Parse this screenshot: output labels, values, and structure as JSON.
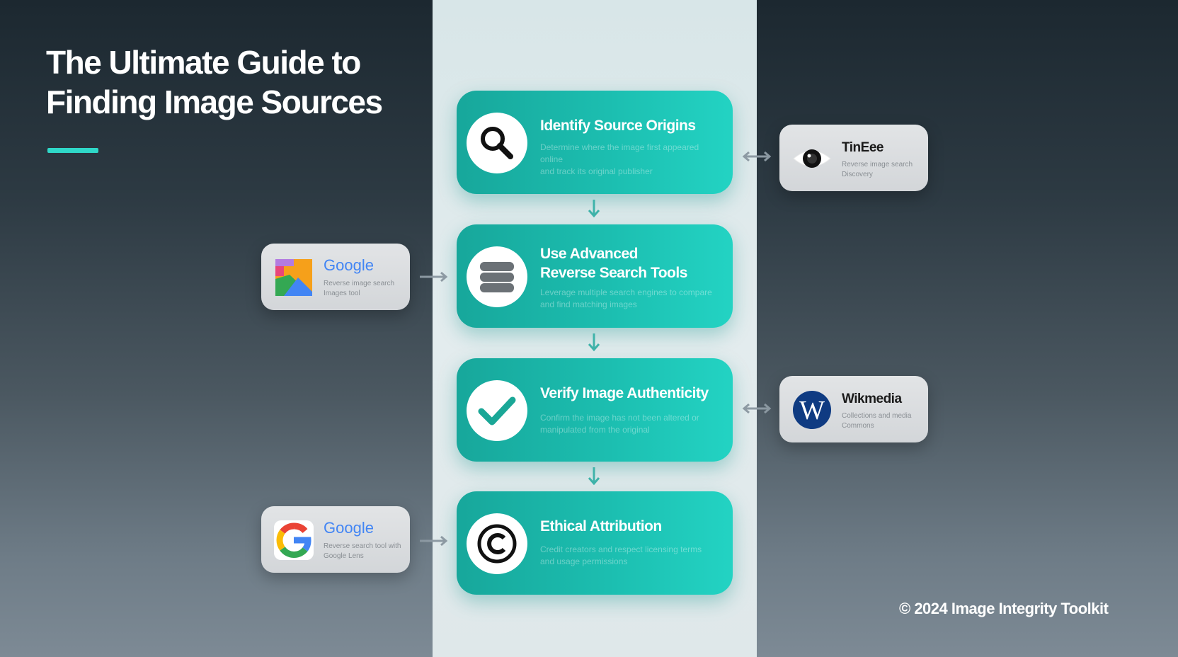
{
  "header": {
    "title_lines": [
      "The Ultimate Guide to",
      "Finding Image Sources"
    ]
  },
  "steps": [
    {
      "title_lines": [
        "Identify Source Origins"
      ],
      "desc_lines": [
        "Determine where the image first appeared online",
        "and track its original publisher"
      ],
      "icon": "magnifier-icon"
    },
    {
      "title_lines": [
        "Use Advanced",
        "Reverse Search Tools"
      ],
      "desc_lines": [
        "Leverage multiple search engines to compare",
        "and find matching images"
      ],
      "icon": "database-icon"
    },
    {
      "title_lines": [
        "Verify Image Authenticity"
      ],
      "desc_lines": [
        "Confirm the image has not been altered or",
        "manipulated from the original"
      ],
      "icon": "checkmark-icon"
    },
    {
      "title_lines": [
        "Ethical Attribution"
      ],
      "desc_lines": [
        "Credit creators and respect licensing terms",
        "and usage permissions"
      ],
      "icon": "copyright-icon"
    }
  ],
  "side_tools": {
    "tineye": {
      "name": "TinEee",
      "desc_lines": [
        "Reverse image search",
        "Discovery"
      ],
      "icon": "eye-icon"
    },
    "google_images": {
      "name": "Google",
      "desc_lines": [
        "Reverse image search",
        "Images tool"
      ],
      "icon": "google-images-icon"
    },
    "wikimedia": {
      "name": "Wikmedia",
      "desc_lines": [
        "Collections and media",
        "Commons"
      ],
      "icon": "wikipedia-w-icon"
    },
    "google_lens": {
      "name": "Google",
      "desc_lines": [
        "Reverse search tool with",
        "Google Lens"
      ],
      "icon": "google-g-icon"
    }
  },
  "footer": {
    "text": "© 2024 Image Integrity Toolkit"
  },
  "colors": {
    "accent": "#2fd8c8",
    "step_gradient_start": "#17a79b",
    "step_gradient_end": "#23d3c3",
    "background_top": "#1c2830",
    "background_bottom": "#7d8a95",
    "google_blue": "#4285F4",
    "google_red": "#EA4335",
    "google_yellow": "#FBBC05",
    "google_green": "#34A853",
    "wikipedia_navy": "#0f3b82"
  }
}
